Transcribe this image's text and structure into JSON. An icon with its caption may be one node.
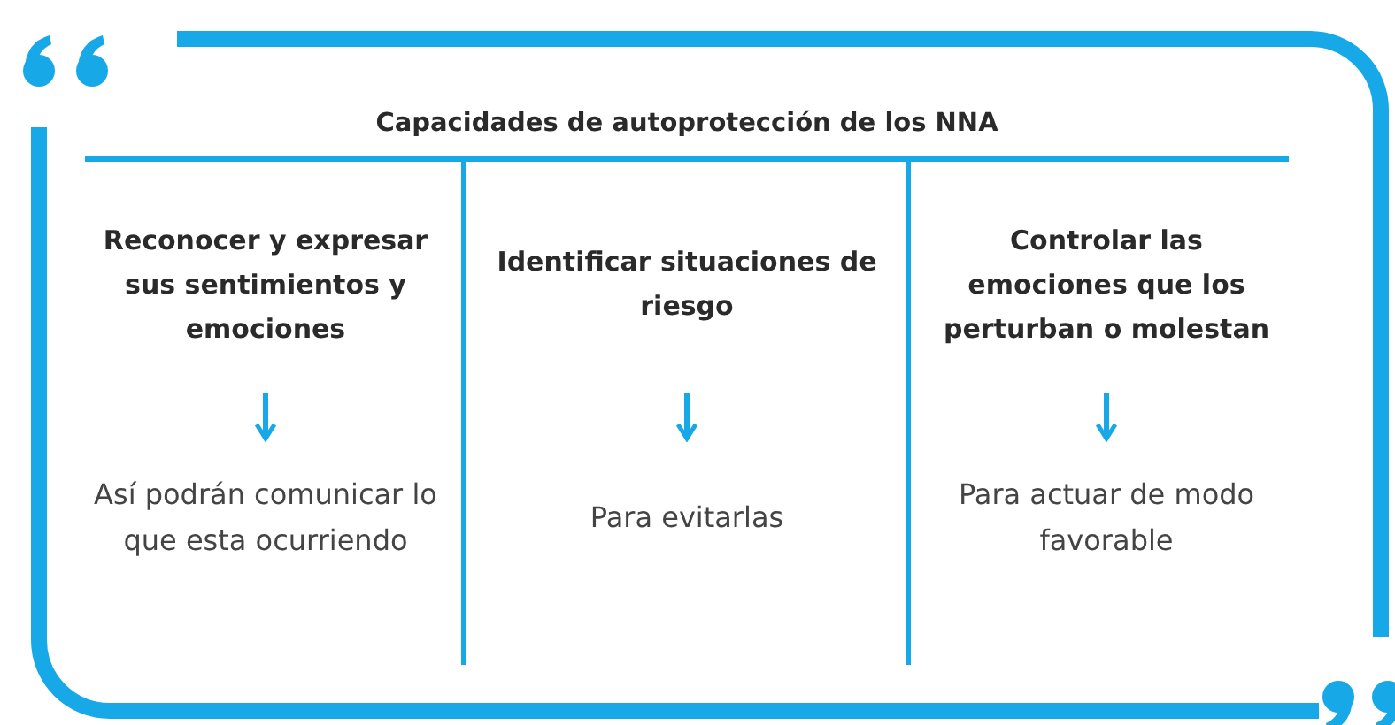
{
  "diagram": {
    "title": "Capacidades de autoprotección de los NNA",
    "nodes": [
      {
        "text": [
          "Reconocer y expresar sus sentimientos y emociones"
        ]
      },
      {
        "text": [
          "Así podrán comunicar lo que esta ocurriendo"
        ]
      },
      {
        "text": [
          "Identificar situaciones de riesgo"
        ]
      },
      {
        "text": [
          "Para evitarlas"
        ]
      },
      {
        "text": [
          "Controlar las emociones que los perturban o molestan"
        ]
      },
      {
        "text": [
          "Para actuar de modo favorable"
        ]
      }
    ],
    "edges": [
      {
        "from": 0,
        "to": 1,
        "arrow": "to"
      },
      {
        "from": 2,
        "to": 3,
        "arrow": "to"
      },
      {
        "from": 4,
        "to": 5,
        "arrow": "to"
      }
    ]
  }
}
